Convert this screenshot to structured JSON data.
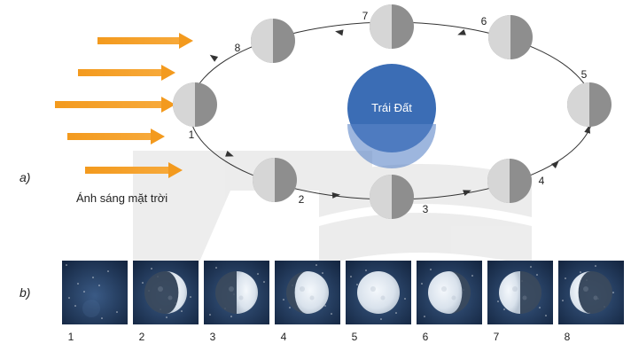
{
  "part_a": {
    "label": "a)",
    "sunlight_label": "Ánh sáng mặt trời",
    "earth_label": "Trái Đất",
    "positions": [
      "1",
      "2",
      "3",
      "4",
      "5",
      "6",
      "7",
      "8"
    ]
  },
  "part_b": {
    "label": "b)",
    "phase_labels": [
      "1",
      "2",
      "3",
      "4",
      "5",
      "6",
      "7",
      "8"
    ],
    "phases": [
      {
        "lit_fraction": 0.0,
        "lit_side": "none"
      },
      {
        "lit_fraction": 0.2,
        "lit_side": "right"
      },
      {
        "lit_fraction": 0.5,
        "lit_side": "right"
      },
      {
        "lit_fraction": 0.8,
        "lit_side": "right"
      },
      {
        "lit_fraction": 1.0,
        "lit_side": "full"
      },
      {
        "lit_fraction": 0.8,
        "lit_side": "left"
      },
      {
        "lit_fraction": 0.5,
        "lit_side": "left"
      },
      {
        "lit_fraction": 0.2,
        "lit_side": "left"
      }
    ]
  },
  "colors": {
    "arrow": "#f39a1e",
    "earth": "#3b6db5",
    "moon_light": "#d6d6d6",
    "moon_dark": "#8e8e8e",
    "panel_bg": "#1d3557",
    "orbit": "#333333"
  }
}
